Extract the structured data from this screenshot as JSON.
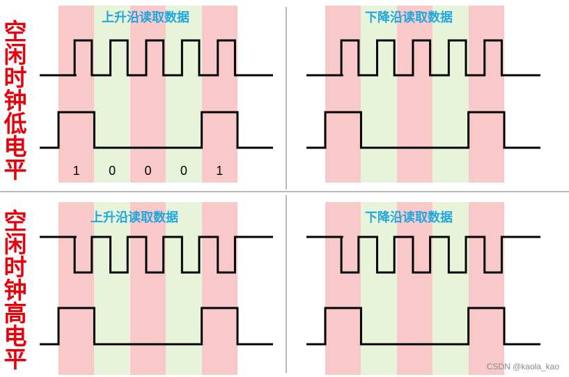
{
  "colors": {
    "band_a": "#f9c9c9",
    "band_b": "#e7f4d9",
    "wave": "#000000",
    "side_label": "#e8000b",
    "title": "#1fa7e0"
  },
  "rows": [
    {
      "side_label": "空闲时钟低电平",
      "panels": [
        {
          "title": "上升沿读取数据",
          "clock_idle": "low",
          "data_bits": [
            1,
            0,
            0,
            0,
            1
          ],
          "bit_labels": [
            "1",
            "0",
            "0",
            "0",
            "1"
          ]
        },
        {
          "title": "下降沿读取数据",
          "clock_idle": "low",
          "data_bits": [
            1,
            0,
            0,
            0,
            1
          ],
          "bit_labels": []
        }
      ]
    },
    {
      "side_label": "空闲时钟高电平",
      "panels": [
        {
          "title": "上升沿读取数据",
          "clock_idle": "high",
          "data_bits": [
            1,
            0,
            0,
            0,
            1
          ],
          "bit_labels": []
        },
        {
          "title": "下降沿读取数据",
          "clock_idle": "high",
          "data_bits": [
            1,
            0,
            0,
            0,
            1
          ],
          "bit_labels": []
        }
      ]
    }
  ],
  "watermark": "CSDN @kaola_kao"
}
